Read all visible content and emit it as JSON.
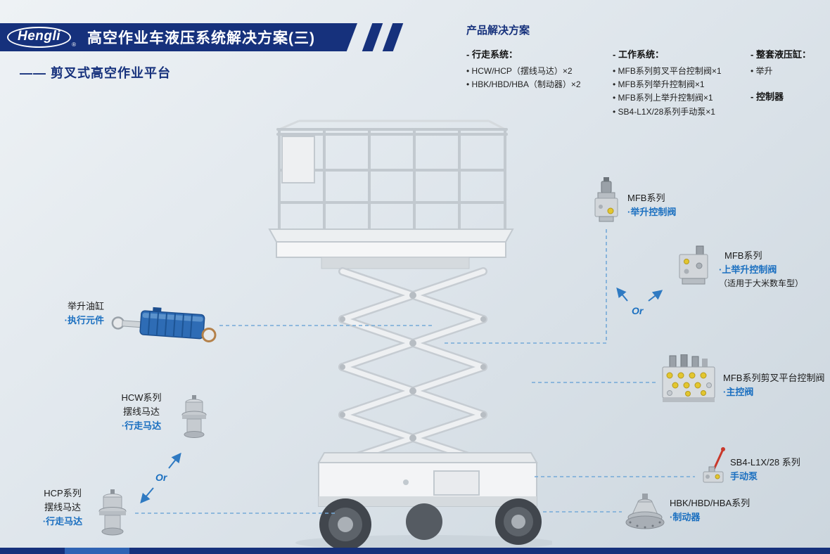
{
  "colors": {
    "navy": "#16317C",
    "accent": "#1A6FC0",
    "line-blue": "#74A9D8",
    "cylinder-blue": "#2E6CB5",
    "valve-yellow": "#E3C62F",
    "pump-red": "#C9382B"
  },
  "header": {
    "logo": "Hengli",
    "logo_reg": "®",
    "title": "高空作业车液压系统解决方案(三)",
    "subtitle": "—— 剪叉式高空作业平台"
  },
  "solutions": {
    "title": "产品解决方案",
    "columns": [
      {
        "heading": "- 行走系统：",
        "items": [
          "HCW/HCP（摆线马达）×2",
          "HBK/HBD/HBA（制动器）×2"
        ]
      },
      {
        "heading": "- 工作系统：",
        "items": [
          "MFB系列剪叉平台控制阀×1",
          "MFB系列举升控制阀×1",
          "MFB系列上举升控制阀×1",
          "SB4-L1X/28系列手动泵×1"
        ]
      },
      {
        "heading": "- 整套液压缸：",
        "items": [
          "举升"
        ],
        "heading2": "- 控制器"
      }
    ]
  },
  "callouts": {
    "lift_cylinder": {
      "name": "举升油缸",
      "role": "·执行元件"
    },
    "hcw_motor": {
      "series": "HCW系列",
      "type": "摆线马达",
      "role": "·行走马达"
    },
    "hcp_motor": {
      "series": "HCP系列",
      "type": "摆线马达",
      "role": "·行走马达"
    },
    "or_left": "Or",
    "or_right": "Or",
    "mfb_lift_valve": {
      "series": "MFB系列",
      "role": "·举升控制阀"
    },
    "mfb_upper_lift_valve": {
      "series": "MFB系列",
      "role": "·上举升控制阀",
      "note": "（适用于大米数车型）"
    },
    "mfb_main_valve": {
      "series": "MFB系列剪叉平台控制阀",
      "role": "·主控阀"
    },
    "hand_pump": {
      "series": "SB4-L1X/28 系列",
      "role": "手动泵"
    },
    "brake": {
      "series": "HBK/HBD/HBA系列",
      "role": "·制动器"
    }
  }
}
